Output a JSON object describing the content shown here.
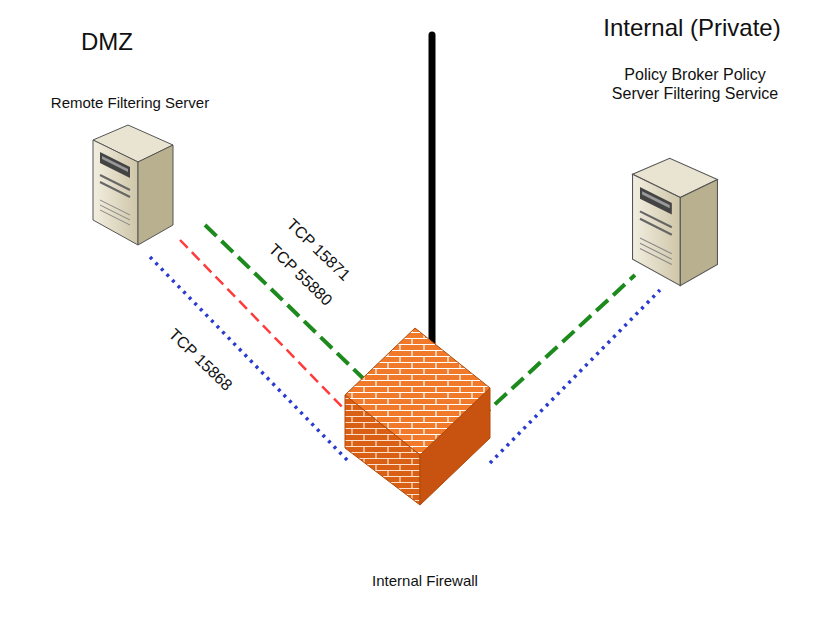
{
  "diagram": {
    "nodes": [
      {
        "text": [
          "Remote Filtering Server"
        ]
      },
      {
        "text": [
          "Policy Broker Policy Server Filtering Service"
        ]
      },
      {
        "text": [
          "Internal Firewall"
        ]
      }
    ],
    "edges": [
      {
        "from": 0,
        "to": 2,
        "arrow": "none",
        "label": "TCP 15871"
      },
      {
        "from": 0,
        "to": 2,
        "arrow": "none",
        "label": "TCP 55880"
      },
      {
        "from": 0,
        "to": 2,
        "arrow": "none",
        "label": "TCP 15868"
      },
      {
        "from": 2,
        "to": 1,
        "arrow": "none"
      },
      {
        "from": 2,
        "to": 1,
        "arrow": "none"
      }
    ],
    "labels": [
      "DMZ",
      "Internal (Private)"
    ]
  }
}
